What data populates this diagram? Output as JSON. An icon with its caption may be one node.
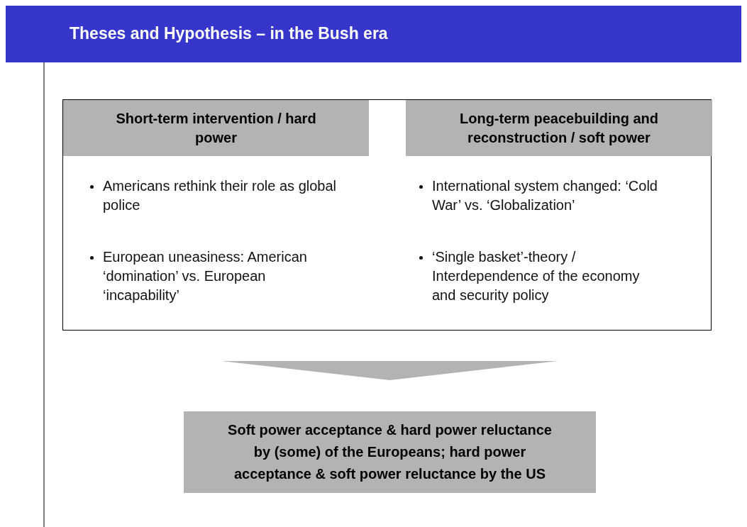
{
  "diagram": {
    "title": "Theses and Hypothesis – in the Bush era",
    "nodes": [
      {
        "text": [
          "Americans rethink their role as global police",
          "European uneasiness: American ‘domination’ vs. European ‘incapability’",
          "International system changed: ‘Cold War’ vs. ‘Globalization’",
          "‘Single basket’-theory / Interdependence of the economy and security policy"
        ]
      },
      {
        "text": [
          "Short-term intervention / hard power"
        ],
        "in": 0
      },
      {
        "text": [
          "Long-term peacebuilding and reconstruction / soft power"
        ],
        "in": 0
      },
      {
        "text": [
          "Soft power acceptance & hard power reluctance by (some) of the Europeans; hard power acceptance & soft power reluctance by the US"
        ]
      }
    ],
    "edges": [
      {
        "from": 0,
        "to": 3,
        "arrow": "to"
      }
    ]
  }
}
